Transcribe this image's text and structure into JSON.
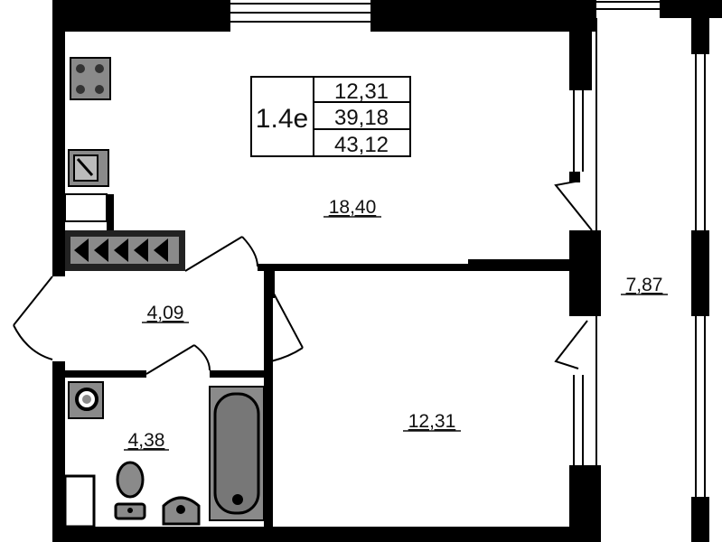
{
  "plan": {
    "apartment_type": "1.4e",
    "summary_areas": [
      "12,31",
      "39,18",
      "43,12"
    ],
    "rooms": {
      "kitchen_living": "18,40",
      "hallway": "4,09",
      "bathroom": "4,38",
      "bedroom": "12,31",
      "balcony": "7,87"
    },
    "colors": {
      "wall": "#000000",
      "fixture": "#8a8a8a",
      "background": "#ffffff"
    }
  }
}
